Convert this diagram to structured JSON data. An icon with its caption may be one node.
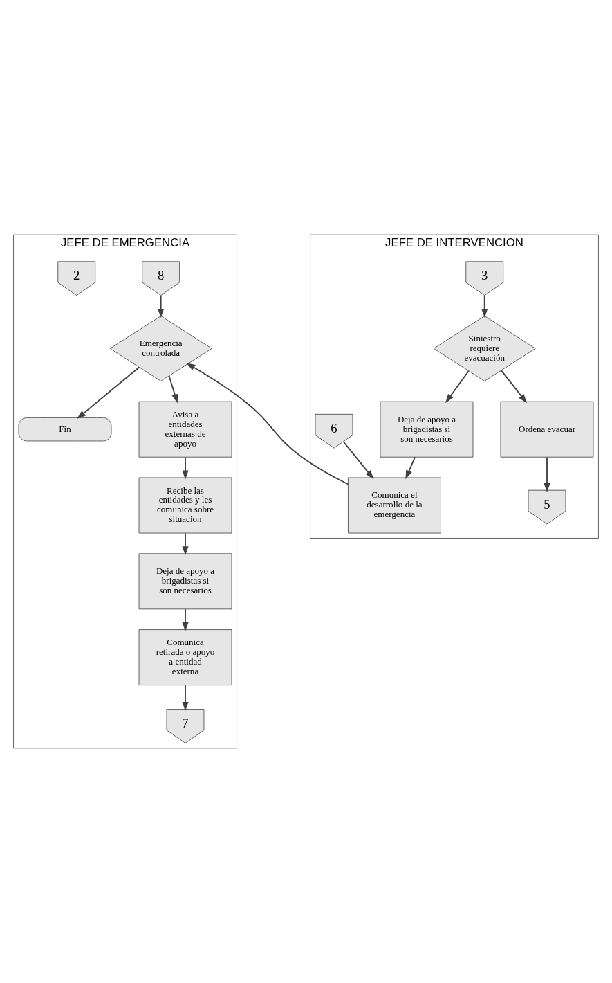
{
  "diagram": {
    "nodes": [
      {
        "text": [
          "JEFE DE EMERGENCIA"
        ]
      },
      {
        "text": [
          "JEFE DE INTERVENCION"
        ]
      },
      {
        "text": [
          "8"
        ],
        "in": 0
      },
      {
        "text": [
          "Emergencia controlada"
        ],
        "in": 0
      },
      {
        "text": [
          "Fin"
        ],
        "in": 0
      },
      {
        "text": [
          "2"
        ],
        "in": 0
      },
      {
        "text": [
          "Avisa a entidades externas de apoyo"
        ],
        "in": 0
      },
      {
        "text": [
          "Recibe las entidades y les comunica sobre situacion"
        ],
        "in": 0
      },
      {
        "text": [
          "Deja de apoyo a brigadistas si son necesarios"
        ],
        "in": 0
      },
      {
        "text": [
          "Comunica retirada o apoyo a entidad externa"
        ],
        "in": 0
      },
      {
        "text": [
          "7"
        ],
        "in": 0
      },
      {
        "text": [
          "3"
        ],
        "in": 1
      },
      {
        "text": [
          "Siniestro requiere evacuación"
        ],
        "in": 1
      },
      {
        "text": [
          "Ordena evacuar"
        ],
        "in": 1
      },
      {
        "text": [
          "5"
        ],
        "in": 1
      },
      {
        "text": [
          "Deja de apoyo a brigadistas si son necesarios"
        ],
        "in": 1
      },
      {
        "text": [
          "6"
        ],
        "in": 1
      },
      {
        "text": [
          "Comunica el desarrollo de la emergencia"
        ],
        "in": 1
      }
    ],
    "edges": [
      {
        "from": 2,
        "to": 3,
        "arrow": "to"
      },
      {
        "from": 3,
        "to": 4,
        "arrow": "to"
      },
      {
        "from": 3,
        "to": 6,
        "arrow": "to"
      },
      {
        "from": 6,
        "to": 7,
        "arrow": "to"
      },
      {
        "from": 7,
        "to": 8,
        "arrow": "to"
      },
      {
        "from": 8,
        "to": 9,
        "arrow": "to"
      },
      {
        "from": 9,
        "to": 10,
        "arrow": "to"
      },
      {
        "from": 11,
        "to": 12,
        "arrow": "to"
      },
      {
        "from": 12,
        "to": 13,
        "arrow": "to"
      },
      {
        "from": 13,
        "to": 14,
        "arrow": "to"
      },
      {
        "from": 12,
        "to": 15,
        "arrow": "to"
      },
      {
        "from": 15,
        "to": 17,
        "arrow": "to"
      },
      {
        "from": 16,
        "to": 17,
        "arrow": "to"
      },
      {
        "from": 17,
        "to": 3,
        "arrow": "to"
      }
    ]
  }
}
